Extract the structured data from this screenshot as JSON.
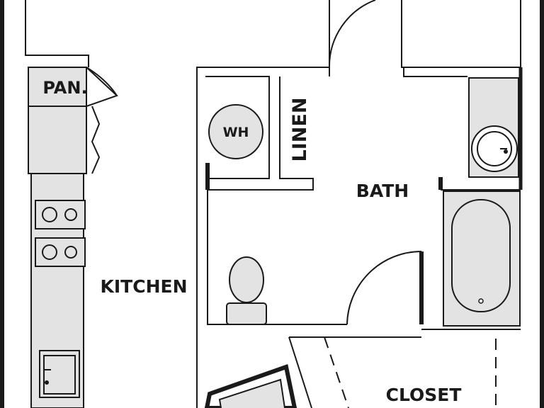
{
  "rooms": {
    "pantry": "PAN.",
    "water_heater": "WH",
    "linen": "LINEN",
    "bath": "BATH",
    "kitchen": "KITCHEN",
    "closet": "CLOSET"
  },
  "colors": {
    "wall": "#1a1a1a",
    "fixture_fill": "#e3e3e3",
    "background": "#ffffff"
  }
}
